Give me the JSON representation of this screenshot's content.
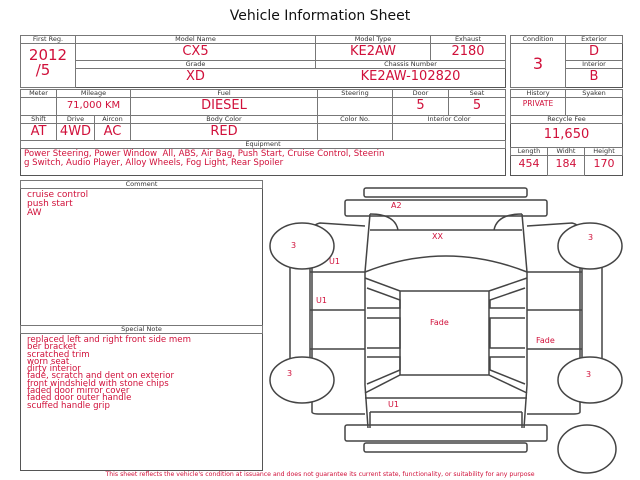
{
  "title": "Vehicle Information Sheet",
  "labels": {
    "first_reg": "First Reg.",
    "model_name": "Model Name",
    "model_type": "Model Type",
    "exhaust": "Exhaust",
    "grade": "Grade",
    "chassis": "Chassis Number",
    "condition": "Condition",
    "exterior": "Exterior",
    "interior": "Interior",
    "meter": "Meter",
    "mileage": "Mileage",
    "fuel": "Fuel",
    "steering": "Steering",
    "door": "Door",
    "seat": "Seat",
    "shift": "Shift",
    "drive": "Drive",
    "aircon": "Aircon",
    "body_color": "Body Color",
    "color_no": "Color No.",
    "interior_color": "Interior Color",
    "equipment": "Equipment",
    "history": "History",
    "syaken": "Syaken",
    "recycle_fee": "Recycle Fee",
    "length": "Length",
    "width": "Widht",
    "height": "Height",
    "comment": "Comment",
    "special_note": "Special Note"
  },
  "values": {
    "first_reg_year": "2012",
    "first_reg_month": "/5",
    "model_name": "CX5",
    "model_type": "KE2AW",
    "exhaust": "2180",
    "grade": "XD",
    "chassis": "KE2AW-102820",
    "condition": "3",
    "exterior": "D",
    "interior": "B",
    "mileage": "71,000 KM",
    "fuel": "DIESEL",
    "door": "5",
    "seat": "5",
    "shift": "AT",
    "drive": "4WD",
    "aircon": "AC",
    "body_color": "RED",
    "history": "PRIVATE",
    "recycle_fee": "11,650",
    "length": "454",
    "width": "184",
    "height": "170"
  },
  "equipment": "Power Steering, Power Window  All, ABS, Air Bag, Push Start, Cruise Control, Steerin\ng Switch, Audio Player, Alloy Wheels, Fog Light, Rear Spoiler",
  "comment": "cruise control\npush start\nAW",
  "special_note": "replaced left and right front side mem\nber bracket\nscratched trim\nworn seat\ndirty interior\nfade, scratch and dent on exterior\nfront windshield with stone chips\nfaded door mirror cover\nfaded door outer handle\nscuffed handle grip",
  "diagram_marks": {
    "front_bumper": "A2",
    "windshield": "XX",
    "left_front_fender": "U1",
    "left_front_door": "U1",
    "roof": "Fade",
    "right_rear_door": "Fade",
    "rear": "U1",
    "wheel_lf": "3",
    "wheel_rf": "3",
    "wheel_lr": "3",
    "wheel_rr": "3"
  },
  "footer": "This sheet reflects the vehicle's condition at issuance and does not guarantee its current state, functionality, or suitability for any purpose"
}
